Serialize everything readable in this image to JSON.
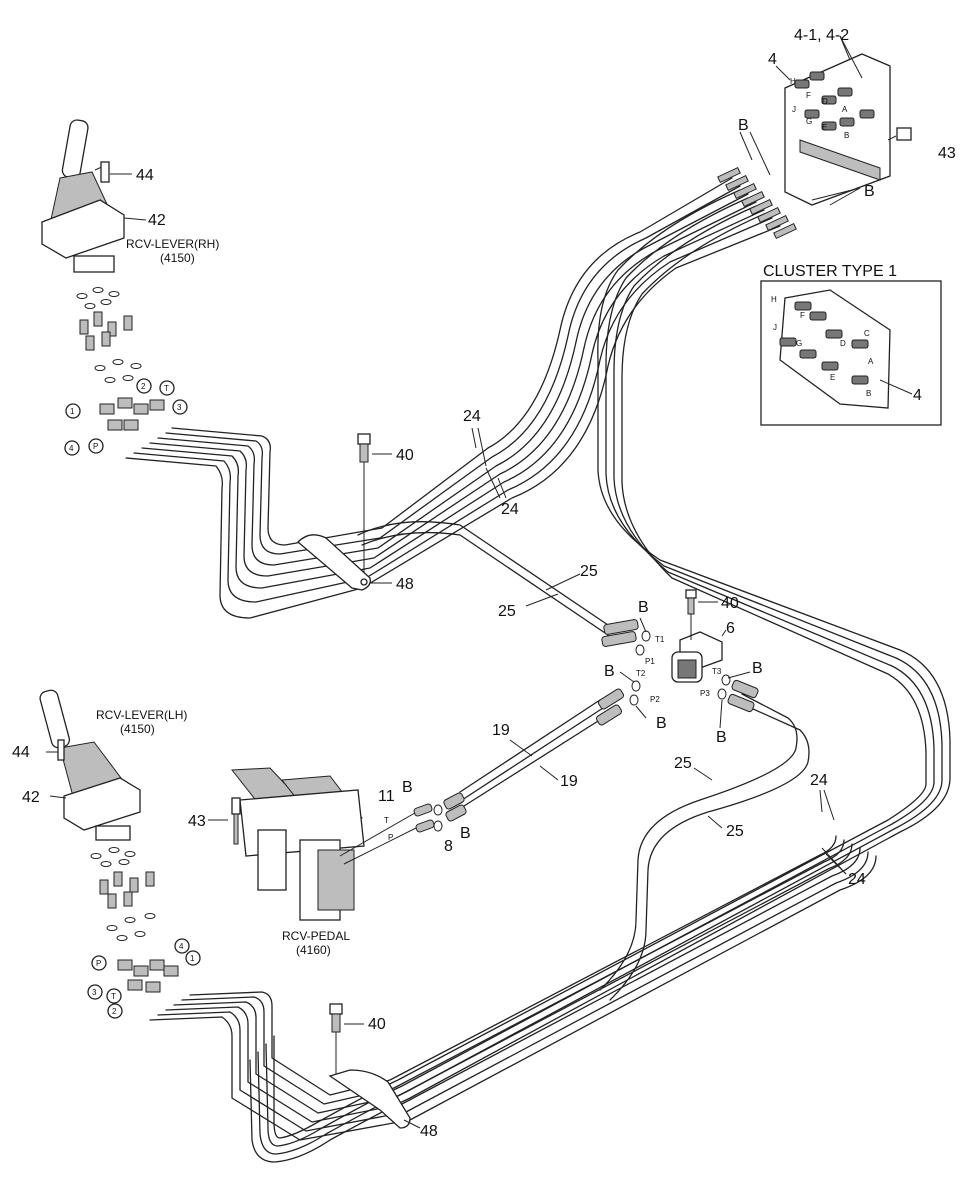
{
  "callouts": {
    "cluster_ref_4": "4",
    "cluster_ref_41_42": "4-1, 4-2",
    "bolt_43_top": "43",
    "b_upper_left": "B",
    "b_upper_right": "B",
    "cluster_type_title": "CLUSTER TYPE 1",
    "cluster_inset_4": "4",
    "bolt_44_rh": "44",
    "bracket_42_rh": "42",
    "rcv_lever_rh_name": "RCV-LEVER(RH)",
    "rcv_lever_rh_code": "(4150)",
    "hose_24_a": "24",
    "hose_24_b": "24",
    "bolt_40_upper": "40",
    "clamp_48_upper": "48",
    "hose_25_a": "25",
    "hose_25_b": "25",
    "valve_b_1": "B",
    "bolt_40_valve": "40",
    "valve_6": "6",
    "valve_b_2": "B",
    "valve_b_3": "B",
    "valve_b_4": "B",
    "valve_b_5": "B",
    "rcv_lever_lh_name": "RCV-LEVER(LH)",
    "rcv_lever_lh_code": "(4150)",
    "bolt_44_lh": "44",
    "bracket_42_lh": "42",
    "hose_19_a": "19",
    "hose_19_b": "19",
    "hose_25_c": "25",
    "hose_25_d": "25",
    "hose_24_c": "24",
    "hose_24_d": "24",
    "fitting_11": "11",
    "pedal_b_1": "B",
    "pedal_b_2": "B",
    "fitting_8": "8",
    "bolt_43_pedal": "43",
    "rcv_pedal_name": "RCV-PEDAL",
    "rcv_pedal_code": "(4160)",
    "bolt_40_lower": "40",
    "clamp_48_lower": "48"
  },
  "port_letters": {
    "cluster": [
      "H",
      "F",
      "J",
      "D",
      "G",
      "A",
      "E",
      "B"
    ],
    "inset": [
      "H",
      "F",
      "J",
      "G",
      "D",
      "C",
      "A",
      "E",
      "B"
    ],
    "valve": [
      "T1",
      "P1",
      "T2",
      "T3",
      "P2",
      "P3"
    ],
    "pedal": [
      "T",
      "P"
    ]
  },
  "circled_ports": {
    "rh": [
      "1",
      "2",
      "T",
      "3",
      "4",
      "P"
    ],
    "lh": [
      "P",
      "4",
      "1",
      "3",
      "T",
      "2"
    ]
  }
}
